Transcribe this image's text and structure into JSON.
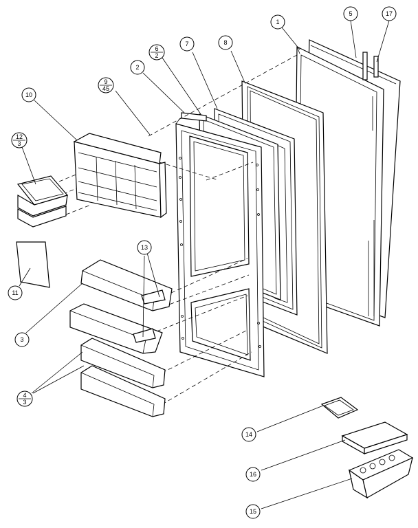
{
  "callouts": {
    "c1": "1",
    "c5": "5",
    "c17": "17",
    "c8": "8",
    "c7": "7",
    "c6_top": "6",
    "c6_bottom": "2",
    "c2": "2",
    "c9_top": "9",
    "c9_bottom": "45",
    "c10": "10",
    "c12_top": "12",
    "c12_bottom": "3",
    "c11": "11",
    "c13": "13",
    "c3": "3",
    "c4_top": "4",
    "c4_bottom": "3",
    "c14": "14",
    "c16": "16",
    "c15": "15"
  }
}
